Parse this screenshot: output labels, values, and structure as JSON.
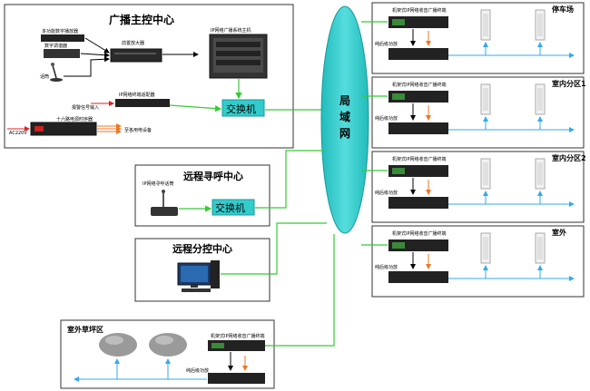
{
  "main_center": {
    "title": "广播主控中心",
    "mp3_player": "多功能数字播放器",
    "tuner": "数字调谐器",
    "mic": "话筒",
    "preamp": "前置放大器",
    "host": "IP网络广播系统主机",
    "switch": "交换机",
    "adapter": "IP网络终端适配器",
    "alarm_input": "报警信号输入",
    "power_seq": "十六路电源时序器",
    "power_in": "AC220V",
    "power_out": "至各用电设备"
  },
  "lan": {
    "label": "局域网"
  },
  "remote_call": {
    "title": "远程寻呼中心",
    "paging_mic": "IP网络寻呼话筒",
    "switch": "交换机"
  },
  "remote_sub": {
    "title": "远程分控中心"
  },
  "zones": [
    {
      "name": "停车场",
      "decoder": "机架式IP网络收音广播终端",
      "amp": "纯后级功放"
    },
    {
      "name": "室内分区1",
      "decoder": "机架式IP网络收音广播终端",
      "amp": "纯后级功放"
    },
    {
      "name": "室内分区2",
      "decoder": "机架式IP网络收音广播终端",
      "amp": "纯后级功放"
    },
    {
      "name": "室外",
      "decoder": "机架式IP网络收音广播终端",
      "amp": "纯后级功放"
    }
  ],
  "lawn": {
    "title": "室外草坪区",
    "decoder": "机架式IP网络收音广播终端",
    "amp": "纯后级功放"
  },
  "colors": {
    "lan": "#33cccc",
    "green_line": "#33cc33",
    "blue_line": "#33aaee",
    "orange": "#ee7722",
    "red": "#dd2222"
  }
}
